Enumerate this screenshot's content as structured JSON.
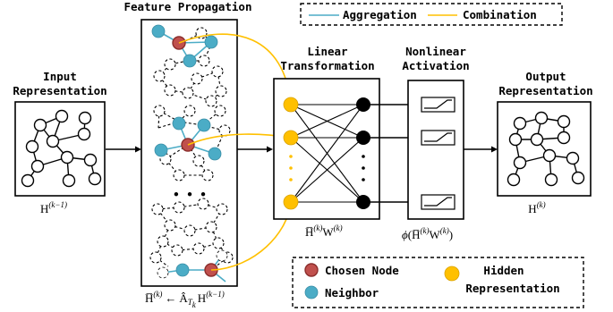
{
  "legend_top": {
    "aggregation": "Aggregation",
    "combination": "Combination"
  },
  "legend_bottom": {
    "chosen_node": "Chosen Node",
    "neighbor": "Neighbor",
    "hidden_line1": "Hidden",
    "hidden_line2": "Representation"
  },
  "labels": {
    "feature_propagation": "Feature Propagation",
    "input_line1": "Input",
    "input_line2": "Representation",
    "linear_line1": "Linear",
    "linear_line2": "Transformation",
    "nonlinear_line1": "Nonlinear",
    "nonlinear_line2": "Activation",
    "output_line1": "Output",
    "output_line2": "Representation",
    "ellipsis": "• • •"
  },
  "formulas": {
    "input_H": "H",
    "input_sup": "(k−1)",
    "output_H": "H",
    "output_sup": "(k)",
    "prop_lhs": "H̅",
    "prop_lhs_sup": "(k)",
    "prop_arrow": "←",
    "prop_A": "Â",
    "prop_A_sub": "T",
    "prop_A_subsub": "k",
    "prop_H": "H",
    "prop_H_sup": "(k−1)",
    "lin_H": "H̅",
    "lin_H_sup": "(k)",
    "lin_W": "W",
    "lin_W_sup": "(k)",
    "act_phi": "ϕ",
    "act_open": "(",
    "act_H": "H̅",
    "act_H_sup": "(k)",
    "act_W": "W",
    "act_W_sup": "(k)",
    "act_close": ")"
  },
  "colors": {
    "aggregation": "#4bacc6",
    "combination": "#ffc000",
    "chosen_node": "#c0504d",
    "neighbor": "#4bacc6",
    "hidden": "#ffc000"
  },
  "icons": {
    "activation": "relu-step-icon",
    "ellipsis": "vertical-dots-icon"
  }
}
